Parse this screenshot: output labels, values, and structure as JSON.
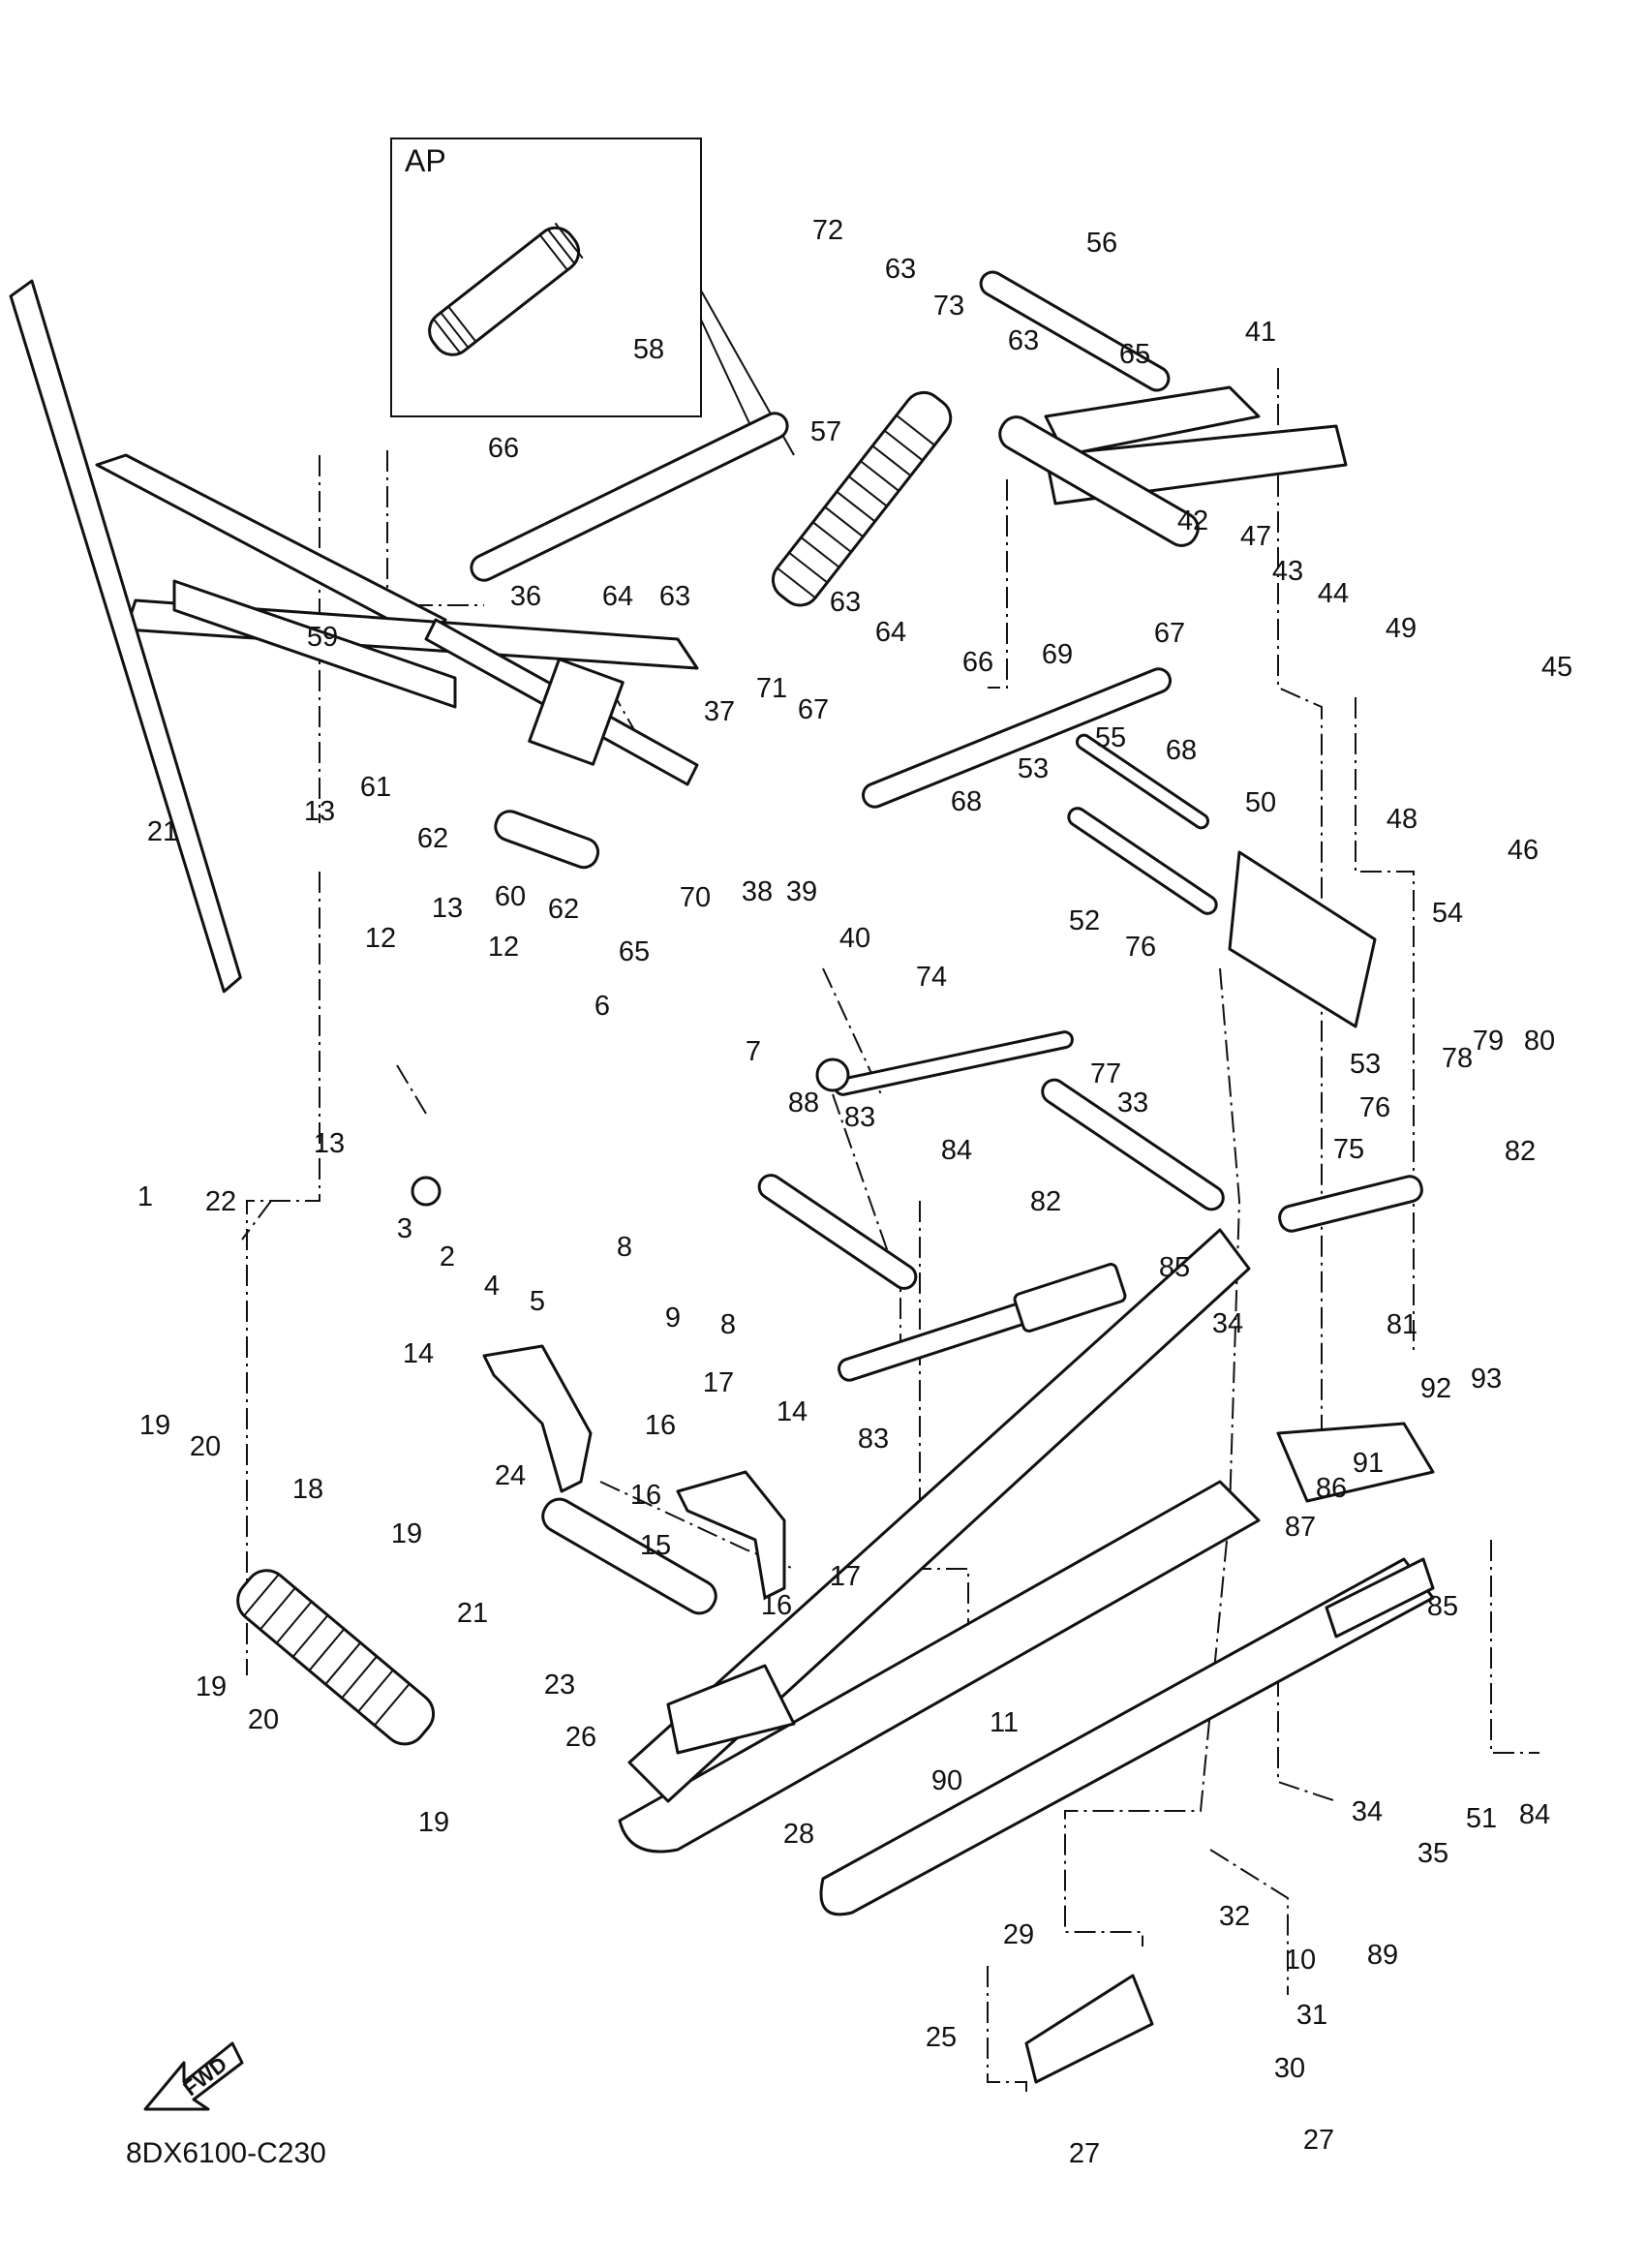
{
  "diagram_code": "8DX6100-C230",
  "inset_label": "AP",
  "direction_label": "FWD",
  "callouts": [
    "1",
    "2",
    "3",
    "4",
    "5",
    "6",
    "7",
    "8",
    "8",
    "9",
    "10",
    "11",
    "12",
    "12",
    "13",
    "13",
    "13",
    "14",
    "14",
    "15",
    "16",
    "16",
    "16",
    "17",
    "17",
    "18",
    "19",
    "19",
    "19",
    "19",
    "20",
    "20",
    "21",
    "21",
    "22",
    "23",
    "24",
    "25",
    "26",
    "27",
    "27",
    "28",
    "29",
    "30",
    "31",
    "32",
    "33",
    "34",
    "34",
    "35",
    "36",
    "37",
    "38",
    "39",
    "40",
    "41",
    "42",
    "43",
    "44",
    "45",
    "46",
    "47",
    "48",
    "49",
    "50",
    "51",
    "52",
    "53",
    "53",
    "54",
    "55",
    "56",
    "57",
    "58",
    "59",
    "60",
    "61",
    "62",
    "62",
    "63",
    "63",
    "63",
    "63",
    "64",
    "64",
    "65",
    "65",
    "66",
    "66",
    "67",
    "67",
    "68",
    "68",
    "69",
    "70",
    "71",
    "72",
    "73",
    "74",
    "75",
    "76",
    "76",
    "77",
    "78",
    "79",
    "80",
    "81",
    "82",
    "82",
    "83",
    "83",
    "84",
    "84",
    "85",
    "85",
    "86",
    "87",
    "88",
    "89",
    "90",
    "91",
    "92",
    "93"
  ]
}
